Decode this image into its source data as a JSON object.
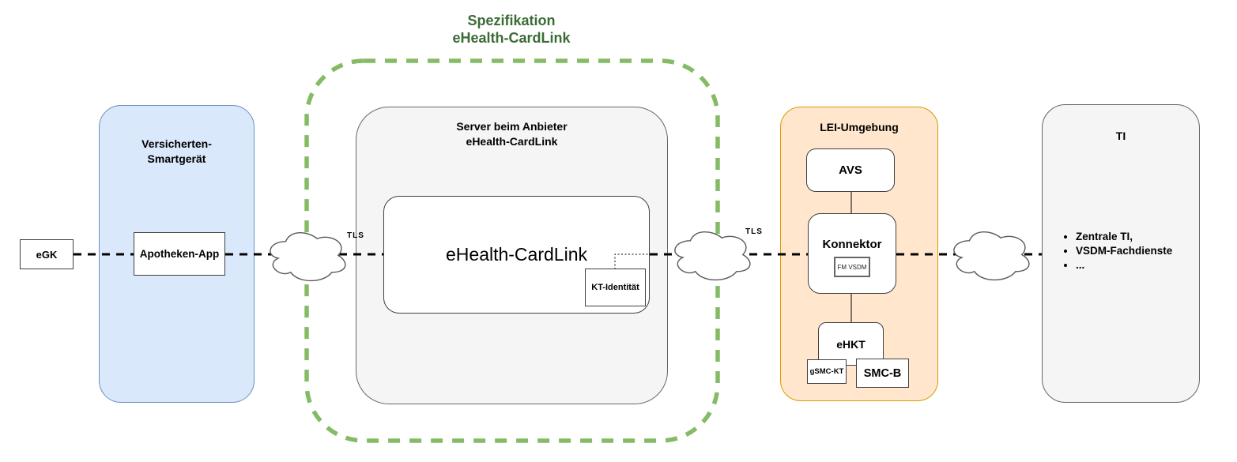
{
  "colors": {
    "blue-fill": "#dae8fc",
    "blue-border": "#6c8ebf",
    "orange-fill": "#ffe6cc",
    "orange-border": "#d79b00",
    "gray-fill": "#f5f5f5",
    "gray-border": "#666666",
    "green-dash": "#85bb65",
    "title-green": "#3a6b35"
  },
  "title": {
    "line1": "Spezifikation",
    "line2": "eHealth-CardLink"
  },
  "left": {
    "egk": "eGK",
    "device_title_line1": "Versicherten-",
    "device_title_line2": "Smartgerät",
    "app": "Apotheken-App"
  },
  "tls": {
    "left": "TLS",
    "right": "TLS"
  },
  "server": {
    "title_line1": "Server beim Anbieter",
    "title_line2": "eHealth-CardLink",
    "cardlink": "eHealth-CardLink",
    "kt_identitaet": "KT-Identität"
  },
  "lei": {
    "title": "LEI-Umgebung",
    "avs": "AVS",
    "konnektor": "Konnektor",
    "fm_vsdm": "FM VSDM",
    "ehkt": "eHKT",
    "gsmc_kt": "gSMC-KT",
    "smc_b": "SMC-B"
  },
  "ti": {
    "title": "TI",
    "bullets": [
      "Zentrale TI,",
      "VSDM-Fachdienste",
      "..."
    ]
  }
}
